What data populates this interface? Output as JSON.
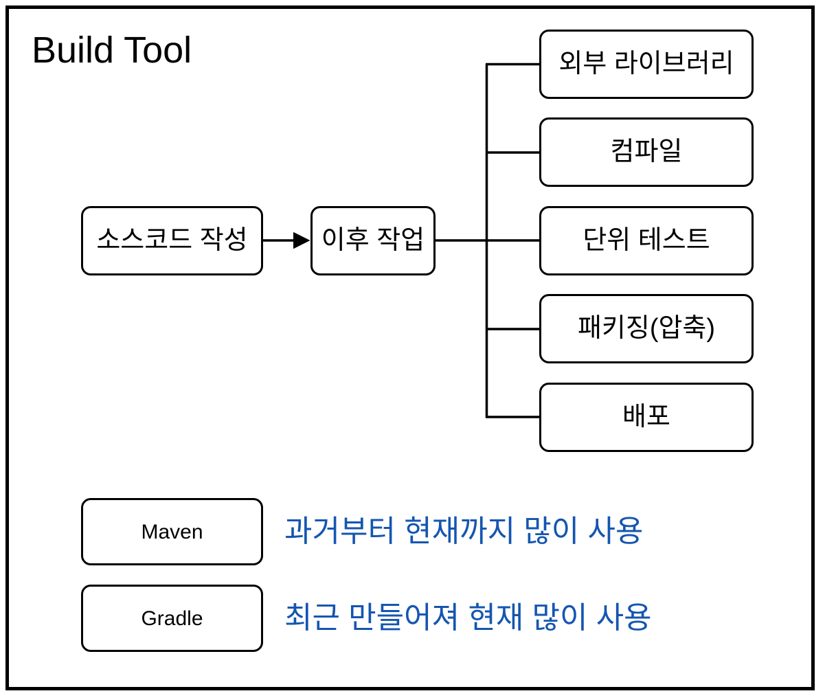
{
  "page": {
    "title": "Build Tool",
    "border_color": "#000000",
    "background": "#ffffff",
    "accent_color": "#1456b0"
  },
  "flow": {
    "source_node": {
      "label": "소스코드 작성"
    },
    "stage_node": {
      "label": "이후 작업"
    },
    "arrow": {
      "name": "arrow-source-to-stage"
    }
  },
  "tasks": [
    {
      "label": "외부 라이브러리"
    },
    {
      "label": "컴파일"
    },
    {
      "label": "단위 테스트"
    },
    {
      "label": "패키징(압축)"
    },
    {
      "label": "배포"
    }
  ],
  "tools": [
    {
      "label": "Maven",
      "note": "과거부터 현재까지 많이 사용"
    },
    {
      "label": "Gradle",
      "note": "최근 만들어져 현재 많이 사용"
    }
  ]
}
